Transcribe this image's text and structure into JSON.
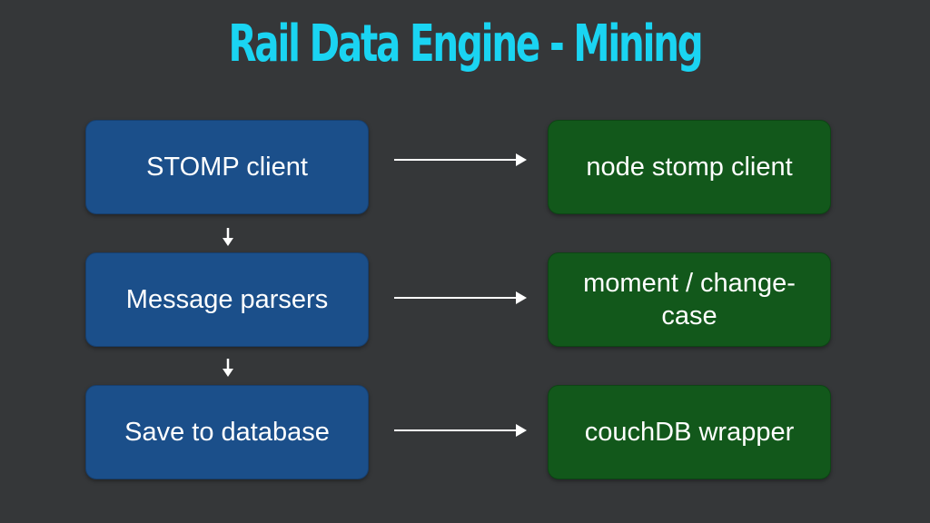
{
  "title": "Rail Data Engine - Mining",
  "colors": {
    "title": "#1ad4f2",
    "background": "#353739",
    "blue_box": "#1b4f8a",
    "green_box": "#12581b",
    "arrow": "#ffffff"
  },
  "left_boxes": [
    {
      "label": "STOMP client"
    },
    {
      "label": "Message parsers"
    },
    {
      "label": "Save to database"
    }
  ],
  "right_boxes": [
    {
      "label": "node stomp client"
    },
    {
      "label": "moment / change-case"
    },
    {
      "label": "couchDB wrapper"
    }
  ],
  "icons": {
    "horizontal": "arrow-right-icon",
    "vertical": "arrow-down-icon"
  }
}
